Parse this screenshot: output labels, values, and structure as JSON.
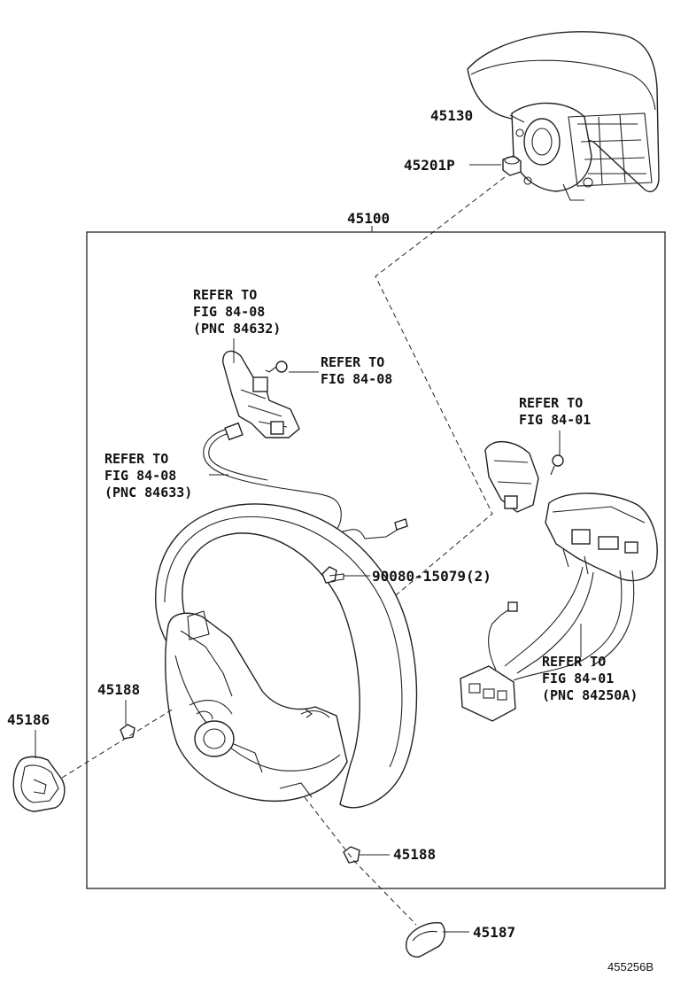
{
  "diagram": {
    "figure_code": "455256B",
    "labels": {
      "p45130": "45130",
      "p45201p": "45201P",
      "p45100": "45100",
      "p45188_upper": "45188",
      "p45188_lower": "45188",
      "p45186": "45186",
      "p45187": "45187",
      "p90080": "90080-15079(2)"
    },
    "refs": {
      "ref1": {
        "line1": "REFER TO",
        "line2": "FIG 84-08",
        "line3": "(PNC 84632)"
      },
      "ref2": {
        "line1": "REFER TO",
        "line2": "FIG 84-08"
      },
      "ref3": {
        "line1": "REFER TO",
        "line2": "FIG 84-08",
        "line3": "(PNC 84633)"
      },
      "ref4": {
        "line1": "REFER TO",
        "line2": "FIG 84-01"
      },
      "ref5": {
        "line1": "REFER TO",
        "line2": "FIG 84-01",
        "line3": "(PNC 84250A)"
      }
    }
  }
}
